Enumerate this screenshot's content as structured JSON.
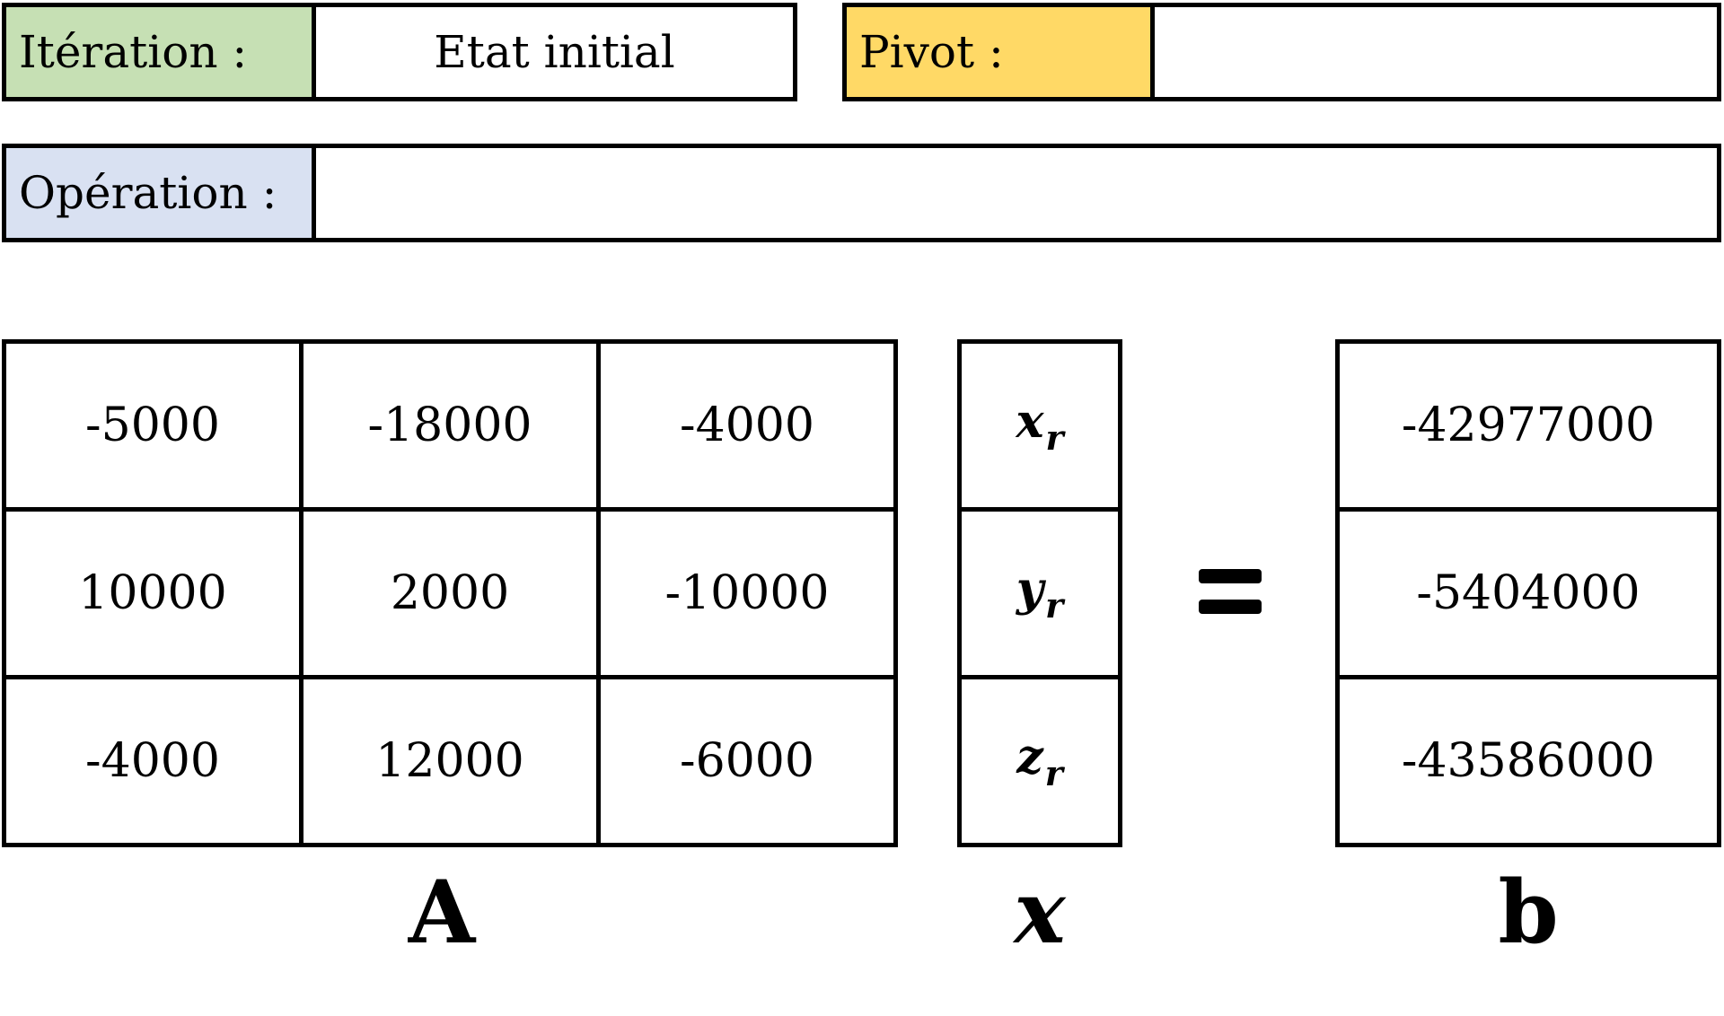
{
  "header": {
    "iteration_label": "Itération :",
    "iteration_value": "Etat initial",
    "pivot_label": "Pivot :",
    "pivot_value": "",
    "operation_label": "Opération :",
    "operation_value": ""
  },
  "colors": {
    "iteration_bg": "#c6e0b4",
    "pivot_bg": "#ffd966",
    "operation_bg": "#d9e1f2",
    "border": "#000000"
  },
  "matrix_A": {
    "name": "A",
    "rows": [
      [
        "-5000",
        "-18000",
        "-4000"
      ],
      [
        "10000",
        "2000",
        "-10000"
      ],
      [
        "-4000",
        "12000",
        "-6000"
      ]
    ]
  },
  "vector_x": {
    "name": "x",
    "entries": [
      {
        "base": "x",
        "sub": "r"
      },
      {
        "base": "y",
        "sub": "r"
      },
      {
        "base": "z",
        "sub": "r"
      }
    ]
  },
  "equals_sign": "=",
  "vector_b": {
    "name": "b",
    "entries": [
      "-42977000",
      "-5404000",
      "-43586000"
    ]
  }
}
